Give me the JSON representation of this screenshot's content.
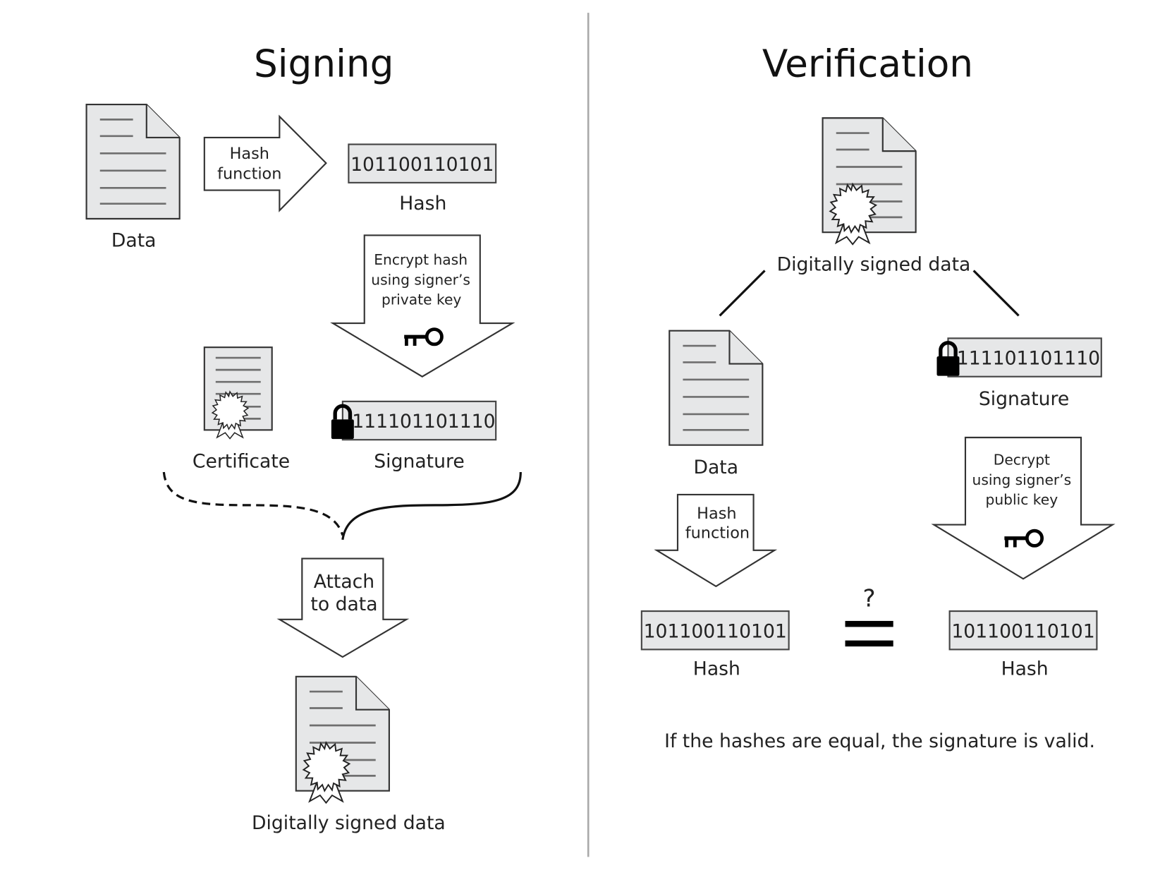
{
  "signing": {
    "title": "Signing",
    "data_label": "Data",
    "hash_arrow_label": [
      "Hash",
      "function"
    ],
    "hash_value": "101100110101",
    "hash_label": "Hash",
    "encrypt_arrow_label": [
      "Encrypt hash",
      "using signer’s",
      "private key"
    ],
    "certificate_label": "Certificate",
    "signature_value": "111101101110",
    "signature_label": "Signature",
    "attach_arrow_label": [
      "Attach",
      "to data"
    ],
    "signed_data_label": "Digitally signed data"
  },
  "verification": {
    "title": "Verification",
    "signed_data_label": "Digitally signed data",
    "data_label": "Data",
    "signature_value": "111101101110",
    "signature_label": "Signature",
    "hash_arrow_label": [
      "Hash",
      "function"
    ],
    "decrypt_arrow_label": [
      "Decrypt",
      "using signer’s",
      "public key"
    ],
    "hash_left_value": "101100110101",
    "hash_left_label": "Hash",
    "compare_symbol": "?",
    "hash_right_value": "101100110101",
    "hash_right_label": "Hash",
    "conclusion": "If the hashes are equal, the signature is valid."
  },
  "colors": {
    "document_fill": "#e6e7e8",
    "divider": "#aaaaaa",
    "stroke": "#333333"
  }
}
